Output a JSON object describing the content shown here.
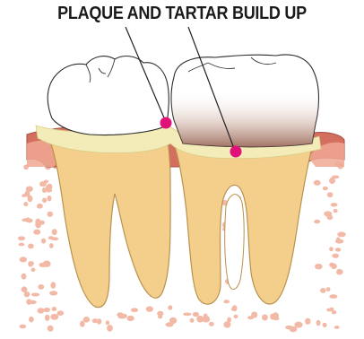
{
  "diagram": {
    "title": "PLAQUE AND TARTAR BUILD UP",
    "colors": {
      "background": "#ffffff",
      "bone_speckle": "#f2b9a6",
      "gum": "#d46e5e",
      "root_fill": "#f4cf8c",
      "plaque_band": "#f3ecb8",
      "tartar_shadow": "#b98c79",
      "marker": "#e0127a",
      "line": "#222222"
    },
    "markers": [
      {
        "name": "left-tooth-gumline-marker"
      },
      {
        "name": "right-tooth-gumline-marker"
      }
    ]
  }
}
